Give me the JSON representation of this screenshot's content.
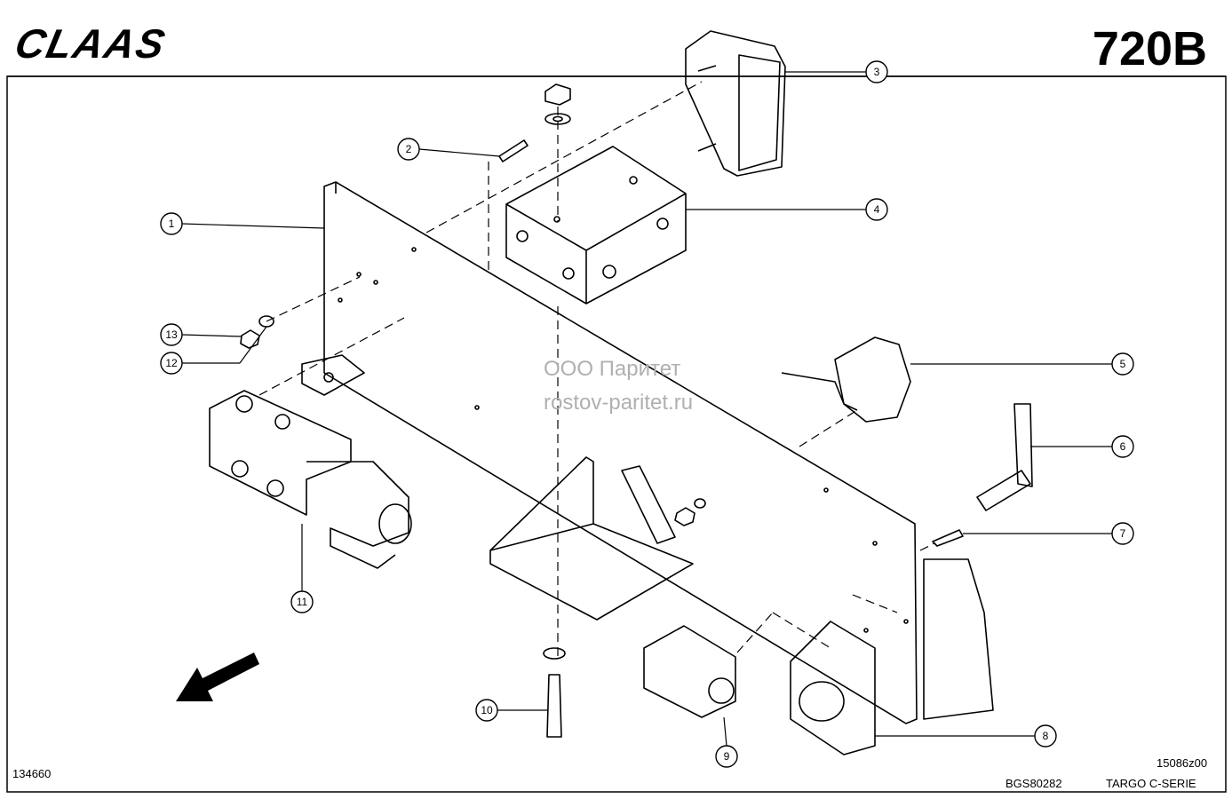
{
  "header": {
    "brand": "CLAAS",
    "model_code": "720B"
  },
  "watermark": {
    "line1": "ООО Паритет",
    "line2": "rostov-paritet.ru"
  },
  "callouts": [
    "1",
    "2",
    "3",
    "4",
    "5",
    "6",
    "7",
    "8",
    "9",
    "10",
    "11",
    "12",
    "13"
  ],
  "footer": {
    "left_code": "134660",
    "doc_code": "BGS80282",
    "right_code": "15086z00",
    "series": "TARGO C-SERIE"
  }
}
